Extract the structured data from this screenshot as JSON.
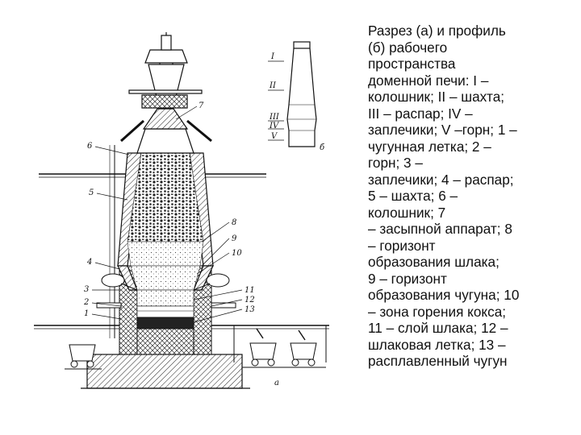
{
  "caption_lines": [
    "Разрез (а) и профиль",
    "(б) рабочего",
    "пространства",
    "доменной печи: I –",
    "колошник;  II – шахта;",
    "III – распар;               IV –",
    "заплечики;  V –горн; 1 –",
    "чугунная летка; 2 –",
    "горн;                    3 –",
    "заплечики; 4 – распар;",
    "5 – шахта; 6 –",
    "колошник;                 7",
    "– засыпной аппарат; 8",
    "– горизонт",
    "образования шлака;",
    "9 – горизонт",
    "образования чугуна; 10",
    "– зона горения кокса;",
    "11 – слой шлака; 12 –",
    "шлаковая летка; 13 –",
    "расплавленный чугун"
  ],
  "figure": {
    "section_letter": "а",
    "profile_letter": "б",
    "zone_labels": [
      "I",
      "II",
      "III",
      "IV",
      "V"
    ],
    "left_callouts": [
      "6",
      "5",
      "4",
      "3",
      "2",
      "1"
    ],
    "right_callouts": [
      "7",
      "8",
      "9",
      "10",
      "11",
      "12",
      "13"
    ]
  },
  "colors": {
    "ink": "#111111",
    "background": "#ffffff"
  }
}
